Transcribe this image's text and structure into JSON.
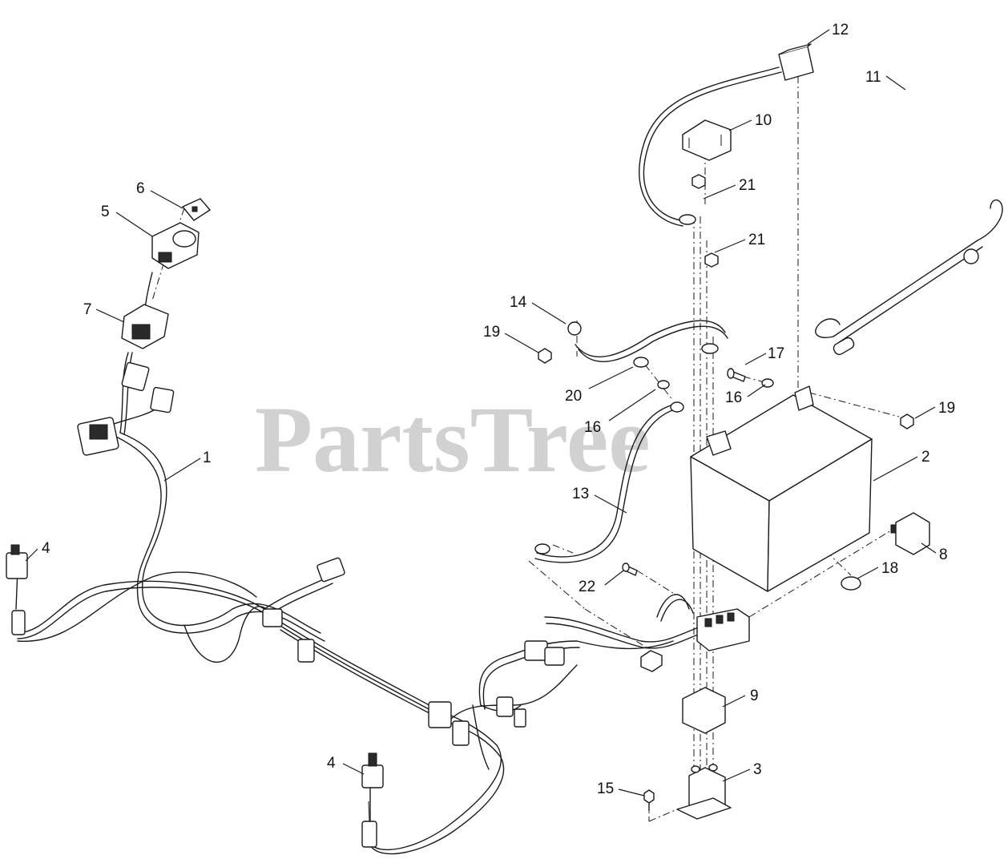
{
  "watermark": "PartsTree",
  "callouts": [
    {
      "id": "c12",
      "label": "12"
    },
    {
      "id": "c10",
      "label": "10"
    },
    {
      "id": "c21a",
      "label": "21"
    },
    {
      "id": "c21b",
      "label": "21"
    },
    {
      "id": "c11",
      "label": "11"
    },
    {
      "id": "c14",
      "label": "14"
    },
    {
      "id": "c19a",
      "label": "19"
    },
    {
      "id": "c17",
      "label": "17"
    },
    {
      "id": "c20",
      "label": "20"
    },
    {
      "id": "c16a",
      "label": "16"
    },
    {
      "id": "c16b",
      "label": "16"
    },
    {
      "id": "c19b",
      "label": "19"
    },
    {
      "id": "c2",
      "label": "2"
    },
    {
      "id": "c13",
      "label": "13"
    },
    {
      "id": "c8",
      "label": "8"
    },
    {
      "id": "c18",
      "label": "18"
    },
    {
      "id": "c22",
      "label": "22"
    },
    {
      "id": "c9",
      "label": "9"
    },
    {
      "id": "c3",
      "label": "3"
    },
    {
      "id": "c15",
      "label": "15"
    },
    {
      "id": "c4b",
      "label": "4"
    },
    {
      "id": "c4a",
      "label": "4"
    },
    {
      "id": "c1",
      "label": "1"
    },
    {
      "id": "c6",
      "label": "6"
    },
    {
      "id": "c5",
      "label": "5"
    },
    {
      "id": "c7",
      "label": "7"
    }
  ]
}
